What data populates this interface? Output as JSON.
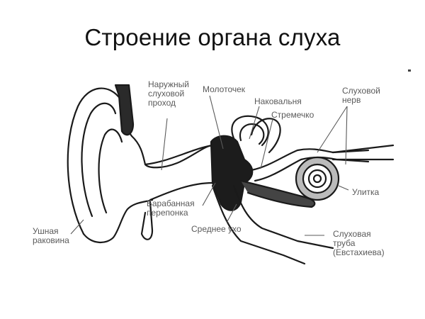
{
  "title": "Строение органа слуха",
  "labels": {
    "outer_canal": [
      "Наружный",
      "слуховой",
      "проход"
    ],
    "malleus": "Молоточек",
    "incus": "Наковальня",
    "stapes": "Стремечко",
    "auditory_nerve": [
      "Слуховой",
      "нерв"
    ],
    "cochlea": "Улитка",
    "eardrum": [
      "Барабанная",
      "перепонка"
    ],
    "middle_ear": "Среднее ухо",
    "auricle": [
      "Ушная",
      "раковина"
    ],
    "eustachian_tube": [
      "Слуховая",
      "труба",
      "(Евстахиева)"
    ]
  },
  "colors": {
    "ink": "#1a1a1a",
    "label": "#5a5a5a",
    "background": "#ffffff"
  }
}
